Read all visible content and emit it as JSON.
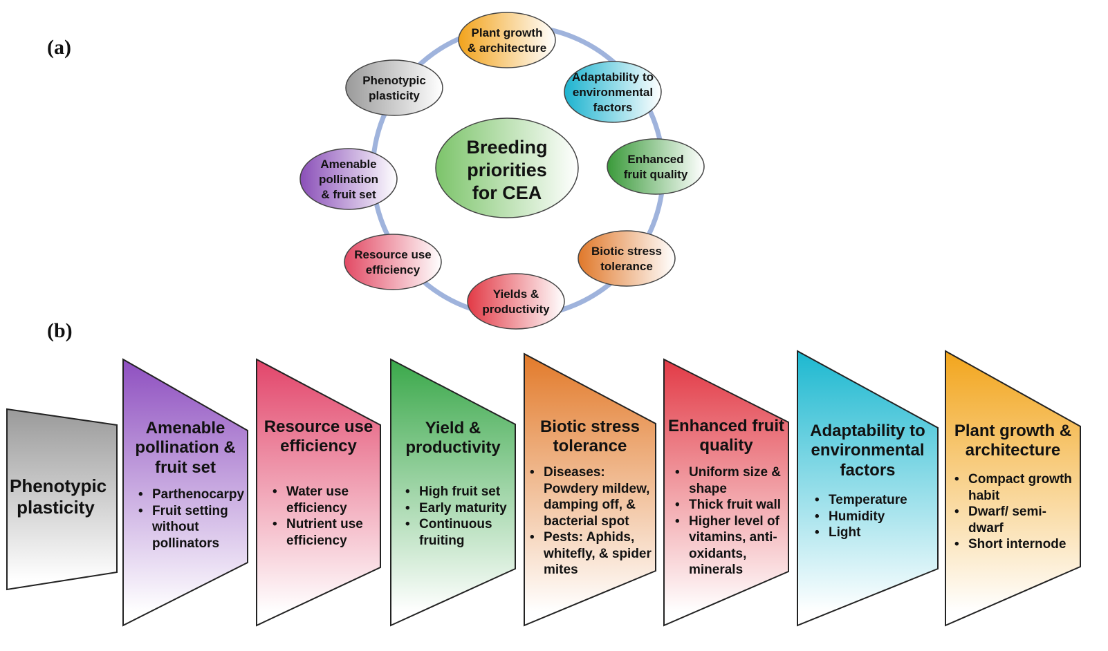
{
  "labels": {
    "a": "(a)",
    "b": "(b)"
  },
  "center": {
    "lines": [
      "Breeding",
      "priorities",
      "for CEA"
    ],
    "color": "#7cc46a"
  },
  "ring": [
    {
      "lines": [
        "Plant growth",
        "& architecture"
      ],
      "color": "#f2a31c"
    },
    {
      "lines": [
        "Adaptability to",
        "environmental",
        "factors"
      ],
      "color": "#1cb3cf"
    },
    {
      "lines": [
        "Enhanced",
        "fruit quality"
      ],
      "color": "#3a9a3a"
    },
    {
      "lines": [
        "Biotic stress",
        "tolerance"
      ],
      "color": "#e0782a"
    },
    {
      "lines": [
        "Yields &",
        "productivity"
      ],
      "color": "#e23a46"
    },
    {
      "lines": [
        "Resource use",
        "efficiency"
      ],
      "color": "#e24a64"
    },
    {
      "lines": [
        "Amenable",
        "pollination",
        "& fruit set"
      ],
      "color": "#8a4fb8"
    },
    {
      "lines": [
        "Phenotypic",
        "plasticity"
      ],
      "color": "#9a9a9a"
    }
  ],
  "steps": [
    {
      "title": "Phenotypic plasticity",
      "color": "#9a9a9a",
      "items": []
    },
    {
      "title": "Amenable pollination & fruit set",
      "color": "#8e4fc0",
      "items": [
        "Parthenocarpy",
        "Fruit setting without pollinators"
      ]
    },
    {
      "title": "Resource use efficiency",
      "color": "#e2456a",
      "items": [
        "Water use efficiency",
        "Nutrient use efficiency"
      ]
    },
    {
      "title": "Yield & productivity",
      "color": "#3aa84a",
      "items": [
        "High fruit set",
        "Early maturity",
        "Continuous fruiting"
      ]
    },
    {
      "title": "Biotic stress tolerance",
      "color": "#e27a2a",
      "items": [
        "Diseases: Powdery mildew, damping off, & bacterial spot",
        "Pests: Aphids, whitefly, & spider mites"
      ]
    },
    {
      "title": "Enhanced fruit quality",
      "color": "#e23a46",
      "items": [
        "Uniform size & shape",
        "Thick fruit wall",
        "Higher level of vitamins, anti-oxidants, minerals"
      ]
    },
    {
      "title": "Adaptability to environmental factors",
      "color": "#1cb8d0",
      "items": [
        "Temperature",
        "Humidity",
        "Light"
      ]
    },
    {
      "title": "Plant growth & architecture",
      "color": "#f2a51c",
      "items": [
        "Compact growth habit",
        "Dwarf/ semi-dwarf",
        "Short internode"
      ]
    }
  ]
}
